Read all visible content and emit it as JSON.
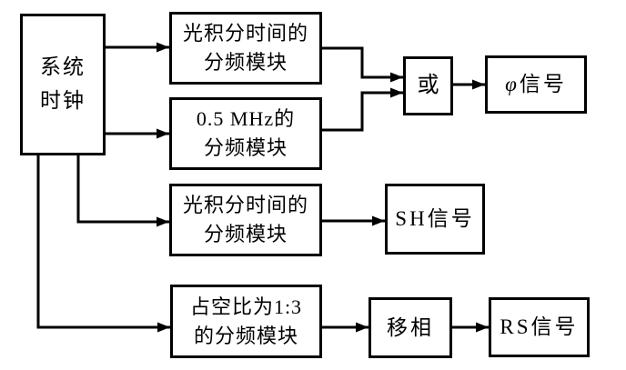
{
  "diagram": {
    "colors": {
      "background": "#ffffff",
      "line": "#000000",
      "text": "#000000"
    },
    "nodes": {
      "system_clock": {
        "line1": "系统",
        "line2": "时钟"
      },
      "integration_divider_top": {
        "line1": "光积分时间的",
        "line2": "分频模块"
      },
      "mhz_divider": {
        "line1": "0.5 MHz的",
        "line2": "分频模块"
      },
      "or_gate": {
        "label": "或"
      },
      "phi_signal": {
        "symbol": "φ",
        "label": "信号"
      },
      "integration_divider_mid": {
        "line1": "光积分时间的",
        "line2": "分频模块"
      },
      "sh_signal": {
        "label": "SH信号"
      },
      "duty_divider": {
        "line1": "占空比为1:3",
        "line2": "的分频模块"
      },
      "phase_shifter": {
        "label": "移相"
      },
      "rs_signal": {
        "label": "RS信号"
      }
    }
  }
}
